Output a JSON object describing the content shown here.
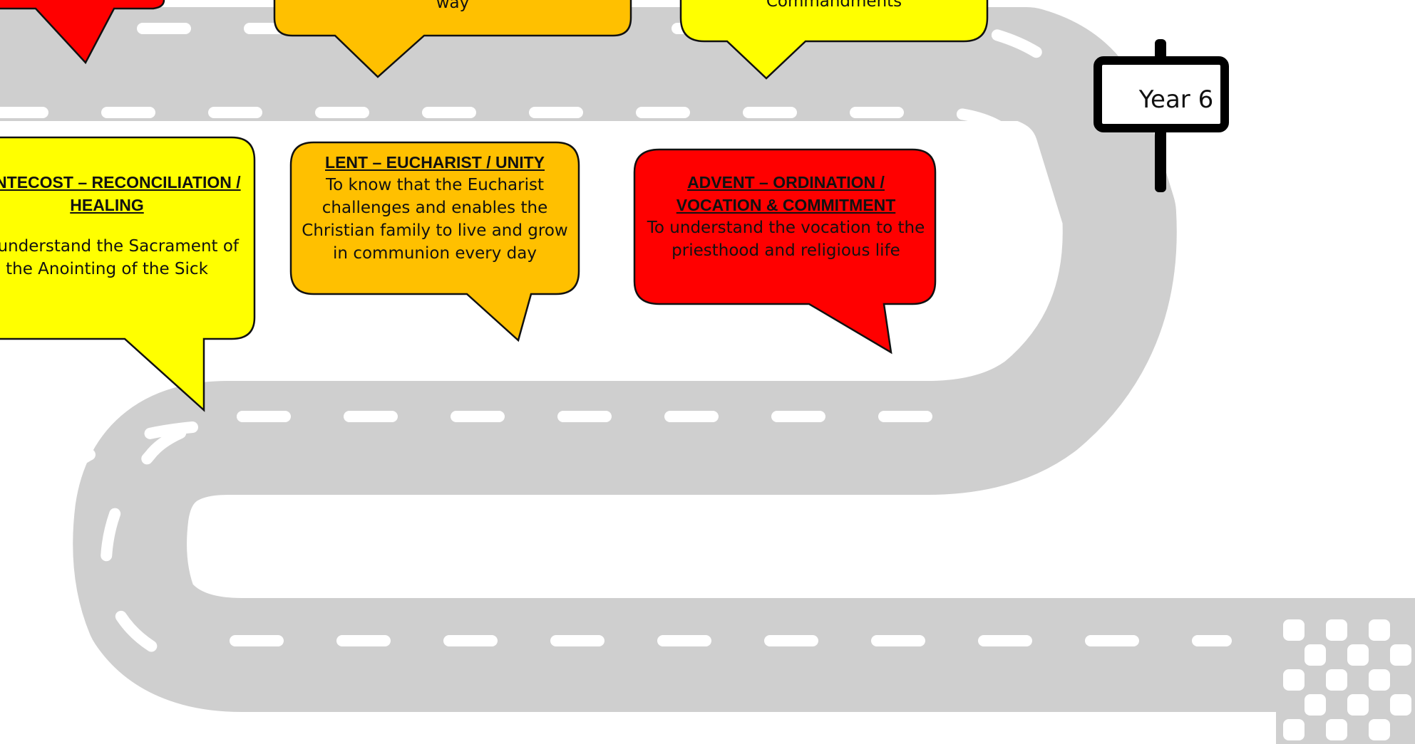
{
  "sign": {
    "label": "Year 6"
  },
  "bubbles": {
    "top_orange": {
      "body": "way"
    },
    "top_yellow": {
      "body": "Commandments"
    },
    "pentecost": {
      "title": "PENTECOST – RECONCILIATION / HEALING",
      "body": "To understand the Sacrament of the Anointing of the Sick"
    },
    "lent": {
      "title": "LENT – EUCHARIST / UNITY",
      "body": "To know that the Eucharist challenges and enables the Christian family to live and grow in communion every day"
    },
    "advent": {
      "title": "ADVENT – ORDINATION / VOCATION & COMMITMENT",
      "body": "To understand the vocation to the priesthood and religious life"
    }
  },
  "colors": {
    "road": "#cfcfcf",
    "lane_marking": "#ffffff",
    "red": "#ff0000",
    "orange": "#ffc000",
    "yellow": "#ffff00",
    "outline": "#111111"
  }
}
